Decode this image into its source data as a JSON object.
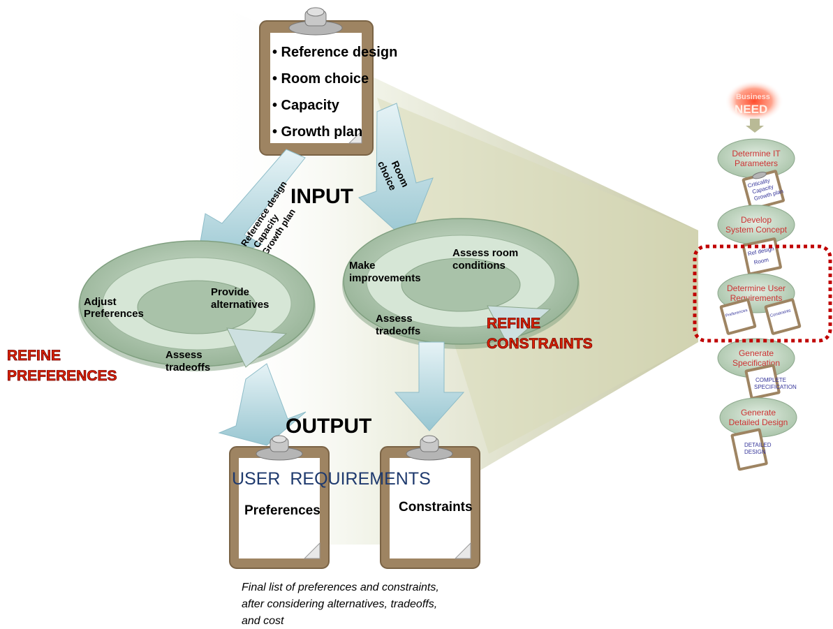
{
  "input_clipboard": {
    "items": [
      "• Reference design",
      "• Room choice",
      "• Capacity",
      "• Growth plan"
    ]
  },
  "input_label": "INPUT",
  "output_label": "OUTPUT",
  "arrow_left_label": [
    "Reference design",
    "Capacity",
    "Growth plan"
  ],
  "arrow_right_label": [
    "Room",
    "choice"
  ],
  "cycle_preferences": {
    "step_adjust": [
      "Adjust",
      "Preferences"
    ],
    "step_provide": [
      "Provide",
      "alternatives"
    ],
    "step_assess": [
      "Assess",
      "tradeoffs"
    ],
    "title": [
      "REFINE",
      "PREFERENCES"
    ]
  },
  "cycle_constraints": {
    "step_make": [
      "Make",
      "improvements"
    ],
    "step_assess_room": [
      "Assess room",
      "conditions"
    ],
    "step_assess": [
      "Assess",
      "tradeoffs"
    ],
    "title": [
      "REFINE",
      "CONSTRAINTS"
    ]
  },
  "user_requirements_title": "USER  REQUIREMENTS",
  "output_preferences": "Preferences",
  "output_constraints": "Constraints",
  "caption": [
    "Final list of preferences and constraints,",
    "after considering alternatives, tradeoffs,",
    "and cost"
  ],
  "process": {
    "business": "Business",
    "need": "NEED",
    "steps": [
      [
        "Determine IT",
        "Parameters"
      ],
      [
        "Develop",
        "System Concept"
      ],
      [
        "Determine User",
        "Requirements"
      ],
      [
        "Generate",
        "Specification"
      ],
      [
        "Generate",
        "Detailed Design"
      ]
    ],
    "doc_params": [
      "Criticality",
      "Capacity",
      "Growth plan"
    ],
    "doc_concept": [
      "Ref design",
      "Room"
    ],
    "doc_pref": "Preferences",
    "doc_constraints": "Constraints",
    "doc_spec": [
      "COMPLETE",
      "SPECIFICATION"
    ],
    "doc_design": [
      "DETAILED",
      "DESIGN"
    ]
  },
  "colors": {
    "cycle_green": "#a9c2a9",
    "arrow_blue": "#a8cfd8",
    "refine_red": "#dd2200",
    "dashed_red": "#c00000",
    "clipboard_brown": "#9e8462",
    "process_text": "#cc3333",
    "doc_text": "#333399",
    "title_blue": "#1f3a6e"
  }
}
